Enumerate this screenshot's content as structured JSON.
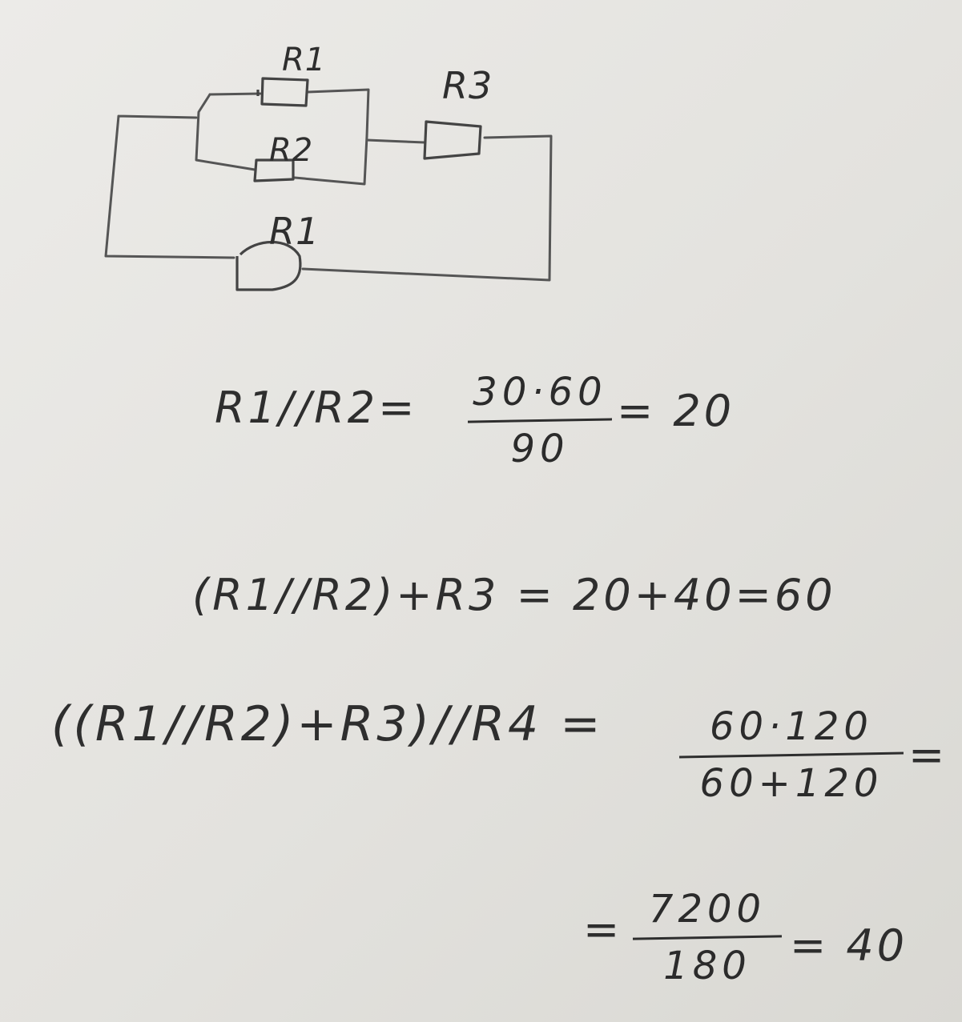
{
  "circuit": {
    "labels": {
      "r1_top": "R1",
      "r2": "R2",
      "r3": "R3",
      "r4_bottom": "R1"
    }
  },
  "equations": {
    "line1": {
      "lhs": "R1//R2=",
      "numerator": "30·60",
      "denominator": "90",
      "result": "= 20"
    },
    "line2": {
      "text": "(R1//R2)+R3 = 20+40=60"
    },
    "line3": {
      "lhs": "((R1//R2)+R3)//R4 =",
      "numerator": "60·120",
      "denominator": "60+120",
      "tail": "="
    },
    "line4": {
      "lead": "=",
      "numerator": "7200",
      "denominator": "180",
      "result": "= 40"
    }
  }
}
